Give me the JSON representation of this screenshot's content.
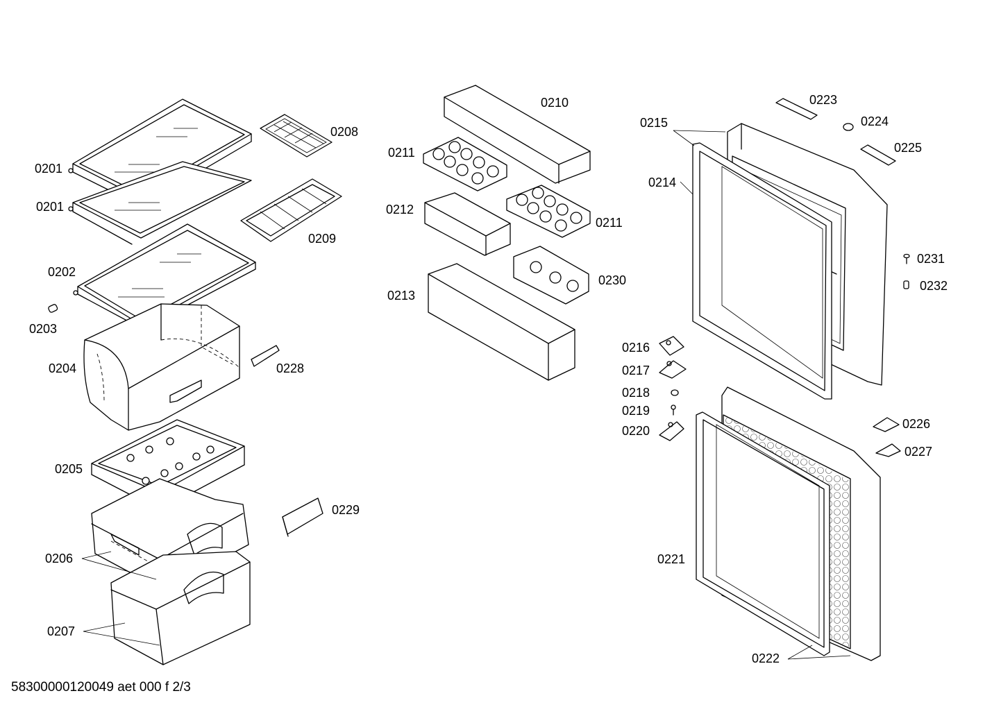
{
  "footer": {
    "document_code": "58300000120049 aet 000 f 2/3"
  },
  "labels": {
    "p0201a": "0201",
    "p0201b": "0201",
    "p0202": "0202",
    "p0203": "0203",
    "p0204": "0204",
    "p0205": "0205",
    "p0206": "0206",
    "p0207": "0207",
    "p0208": "0208",
    "p0209": "0209",
    "p0210": "0210",
    "p0211a": "0211",
    "p0211b": "0211",
    "p0212": "0212",
    "p0213": "0213",
    "p0214": "0214",
    "p0215": "0215",
    "p0216": "0216",
    "p0217": "0217",
    "p0218": "0218",
    "p0219": "0219",
    "p0220": "0220",
    "p0221": "0221",
    "p0222": "0222",
    "p0223": "0223",
    "p0224": "0224",
    "p0225": "0225",
    "p0226": "0226",
    "p0227": "0227",
    "p0228": "0228",
    "p0229": "0229",
    "p0230": "0230",
    "p0231": "0231",
    "p0232": "0232"
  }
}
